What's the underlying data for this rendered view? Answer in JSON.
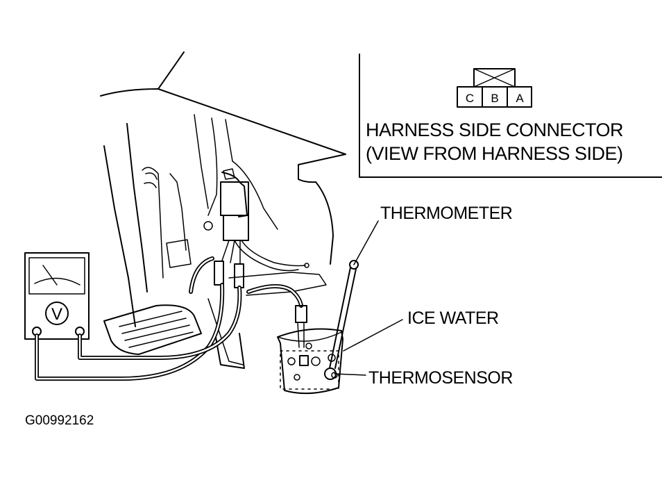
{
  "connector": {
    "pins": [
      "C",
      "B",
      "A"
    ],
    "caption_line1": "HARNESS SIDE CONNECTOR",
    "caption_line2": "(VIEW FROM HARNESS SIDE)"
  },
  "labels": {
    "thermometer": "THERMOMETER",
    "ice_water": "ICE WATER",
    "thermosensor": "THERMOSENSOR"
  },
  "meter": {
    "symbol": "V"
  },
  "figure_code": "G00992162"
}
